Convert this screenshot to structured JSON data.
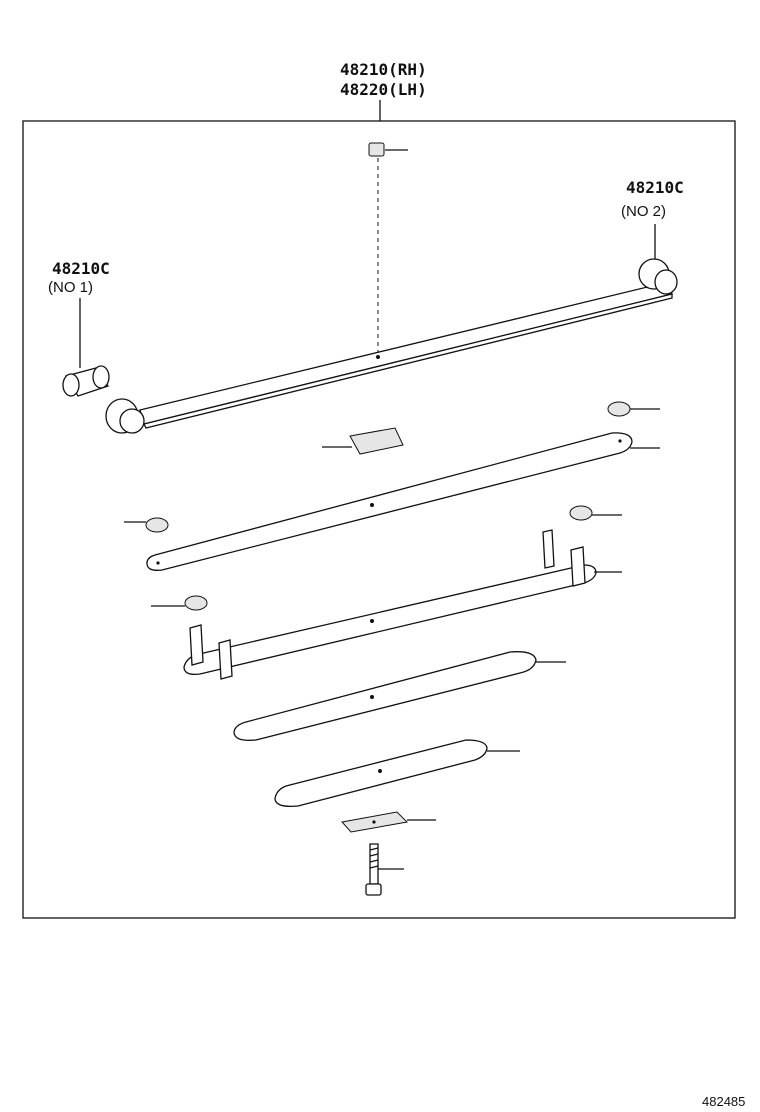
{
  "assembly": {
    "part_rh": "48210(RH)",
    "part_lh": "48220(LH)"
  },
  "bushings": [
    {
      "part": "48210C",
      "note": "(NO 1)"
    },
    {
      "part": "48210C",
      "note": "(NO 2)"
    }
  ],
  "figure_id": "482485"
}
